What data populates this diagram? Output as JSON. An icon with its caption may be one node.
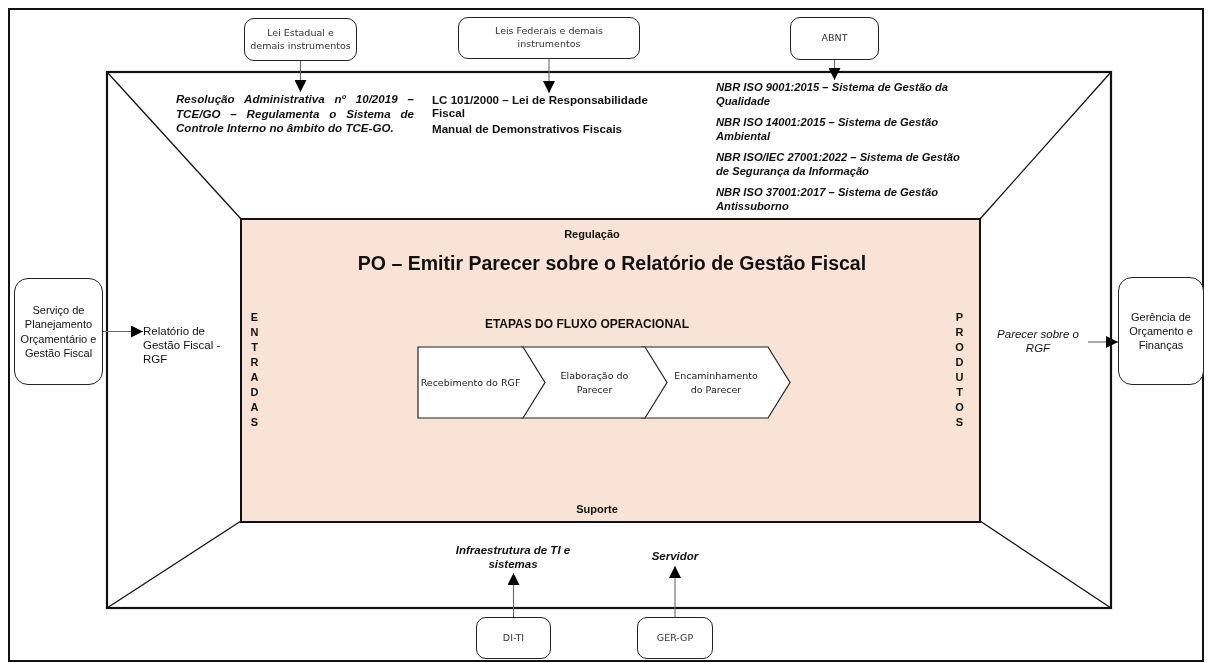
{
  "diagram": {
    "nodes": [
      {
        "text": [
          "Lei Estadual e demais instrumentos"
        ]
      },
      {
        "text": [
          "Leis Federais e demais instrumentos"
        ]
      },
      {
        "text": [
          "ABNT"
        ]
      },
      {
        "text": [
          "Resolução Administrativa nº 10/2019 – TCE/GO – Regulamenta o Sistema de Controle Interno no âmbito do TCE-GO."
        ]
      },
      {
        "text": [
          "LC 101/2000 – Lei de Responsabilidade Fiscal",
          "Manual de Demonstrativos Fiscais"
        ]
      },
      {
        "text": [
          "NBR ISO 9001:2015 – Sistema de Gestão da Qualidade",
          "NBR ISO 14001:2015 – Sistema de Gestão Ambiental",
          "NBR ISO/IEC 27001:2022 – Sistema de Gestão de Segurança da Informação",
          "NBR ISO 37001:2017 – Sistema de Gestão Antissuborno"
        ]
      },
      {
        "text": [
          "Regulação",
          "PO – Emitir Parecer sobre o Relatório de Gestão Fiscal",
          "ETAPAS DO FLUXO OPERACIONAL",
          "ENTRADAS",
          "PRODUTOS",
          "Suporte"
        ]
      },
      {
        "text": [
          "Recebimento do RGF"
        ],
        "in": 6
      },
      {
        "text": [
          "Elaboração do Parecer"
        ],
        "in": 6
      },
      {
        "text": [
          "Encaminhamento do Parecer"
        ],
        "in": 6
      },
      {
        "text": [
          "Serviço de Planejamento Orçamentário e Gestão Fiscal"
        ]
      },
      {
        "text": [
          "Relatório de Gestão Fiscal - RGF"
        ]
      },
      {
        "text": [
          "Parecer sobre o RGF"
        ]
      },
      {
        "text": [
          "Gerência de Orçamento e Finanças"
        ]
      },
      {
        "text": [
          "Infraestrutura de TI e sistemas"
        ]
      },
      {
        "text": [
          "Servidor"
        ]
      },
      {
        "text": [
          "DI-TI"
        ]
      },
      {
        "text": [
          "GER-GP"
        ]
      }
    ],
    "edges": [
      {
        "from": 0,
        "to": 3,
        "arrow": "to"
      },
      {
        "from": 1,
        "to": 4,
        "arrow": "to"
      },
      {
        "from": 2,
        "to": 5,
        "arrow": "to"
      },
      {
        "from": 10,
        "to": 11,
        "arrow": "to"
      },
      {
        "from": 12,
        "to": 13,
        "arrow": "to"
      },
      {
        "from": 16,
        "to": 14,
        "arrow": "to"
      },
      {
        "from": 17,
        "to": 15,
        "arrow": "to"
      }
    ]
  }
}
